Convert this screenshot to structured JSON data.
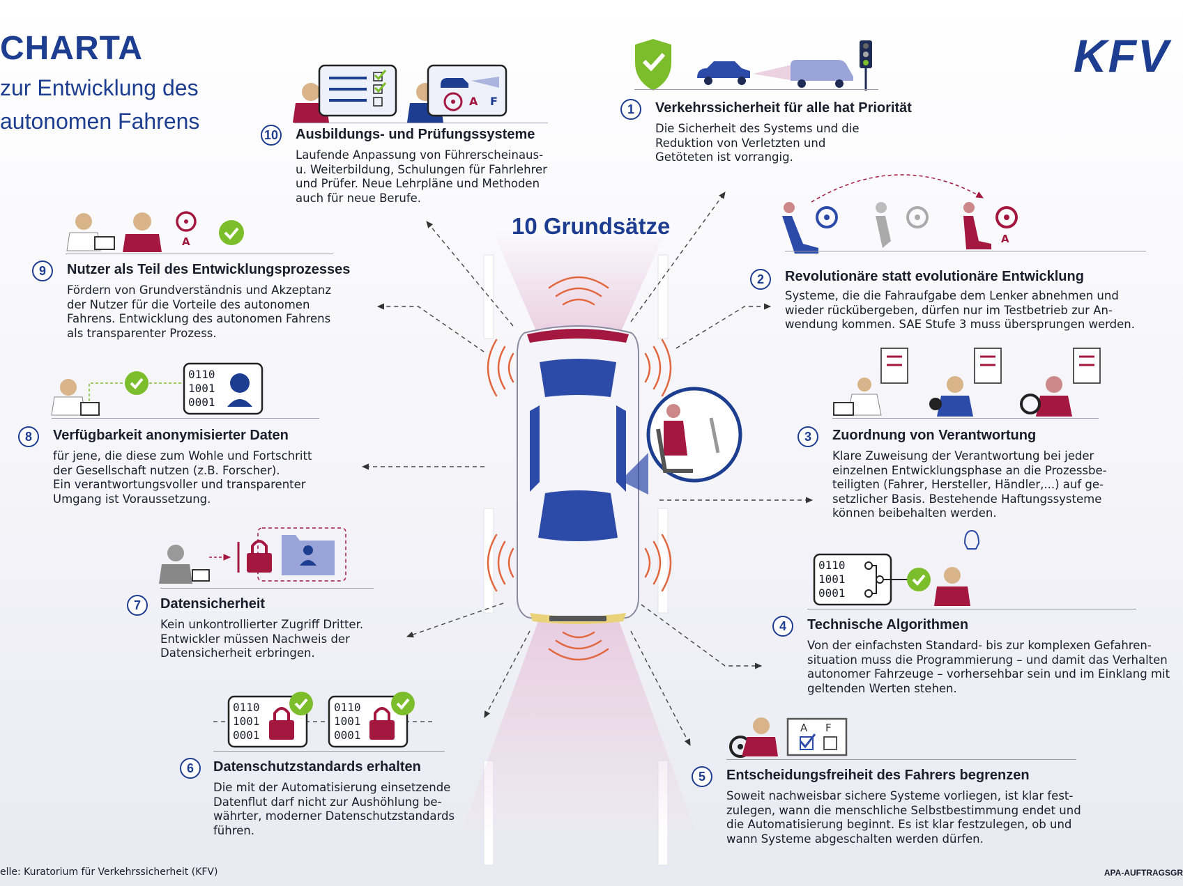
{
  "header": {
    "title": "CHARTA",
    "subtitle_line1": "zur Entwicklung des",
    "subtitle_line2": "autonomen Fahrens",
    "logo": "KFV",
    "center_title": "10 Grundsätze"
  },
  "colors": {
    "brand": "#1d3d91",
    "accent": "#a4173f",
    "check": "#7bbd2a"
  },
  "items": [
    {
      "num": "1",
      "heading": "Verkehrssicherheit für alle hat Priorität",
      "body": "Die Sicherheit des Systems und die\nReduktion von Verletzten und\nGetöteten ist vorrangig.",
      "icons": [
        "shield-check-icon",
        "car-icon",
        "van-icon",
        "traffic-light-icon"
      ]
    },
    {
      "num": "2",
      "heading": "Revolutionäre statt evolutionäre Entwicklung",
      "body": "Systeme, die die Fahraufgabe dem Lenker abnehmen und\nwieder rückübergeben, dürfen nur im Testbetrieb zur An-\nwendung kommen. SAE Stufe 3 muss übersprungen werden.",
      "icons": [
        "driver-icon",
        "steering-wheel-icon"
      ],
      "label_a": "A"
    },
    {
      "num": "3",
      "heading": "Zuordnung von Verantwortung",
      "body": "Klare Zuweisung der Verantwortung bei jeder\neinzelnen Entwicklungsphase an die Prozessbe-\nteiligten (Fahrer, Hersteller, Händler,...) auf ge-\nsetzlicher Basis. Bestehende Haftungssysteme\nkönnen beibehalten werden.",
      "icons": [
        "developer-icon",
        "dealer-icon",
        "driver-icon",
        "document-icon"
      ]
    },
    {
      "num": "4",
      "heading": "Technische Algorithmen",
      "body": "Von der einfachsten Standard- bis zur komplexen Gefahren-\nsituation muss die Programmierung – und damit das Verhalten\nautonomer Fahrzeuge – vorhersehbar sein und im Einklang mit\ngeltenden Werten stehen.",
      "icons": [
        "binary-code-icon",
        "check-icon",
        "lightbulb-icon",
        "person-icon"
      ],
      "code": [
        "0110",
        "1001",
        "0001"
      ]
    },
    {
      "num": "5",
      "heading": "Entscheidungsfreiheit des Fahrers begrenzen",
      "body": "Soweit nachweisbar sichere Systeme vorliegen, ist klar fest-\nzulegen, wann die menschliche Selbstbestimmung endet und\ndie Automatisierung beginnt. Es ist klar festzulegen, ob und\nwann Systeme abgeschalten werden dürfen.",
      "icons": [
        "driver-icon",
        "checkbox-icon"
      ],
      "labels": [
        "A",
        "F"
      ]
    },
    {
      "num": "6",
      "heading": "Datenschutzstandards erhalten",
      "body": "Die mit der Automatisierung einsetzende\nDatenflut darf nicht zur Aushöhlung be-\nwährter, moderner Datenschutzstandards\nführen.",
      "icons": [
        "binary-lock-icon",
        "check-icon"
      ],
      "code": [
        "0110",
        "1001",
        "0001"
      ]
    },
    {
      "num": "7",
      "heading": "Datensicherheit",
      "body": "Kein unkontrollierter Zugriff Dritter.\nEntwickler müssen Nachweis der\nDatensicherheit erbringen.",
      "icons": [
        "hacker-icon",
        "lock-icon",
        "folder-icon"
      ]
    },
    {
      "num": "8",
      "heading": "Verfügbarkeit anonymisierter Daten",
      "body": "für jene, die diese zum Wohle und Fortschritt\nder Gesellschaft nutzen (z.B. Forscher).\nEin verantwortungsvoller und transparenter\nUmgang ist Voraussetzung.",
      "icons": [
        "researcher-icon",
        "check-icon",
        "anonymous-data-icon"
      ],
      "code": [
        "0110",
        "1001",
        "0001"
      ]
    },
    {
      "num": "9",
      "heading": "Nutzer als Teil des Entwicklungsprozesses",
      "body": "Fördern von Grundverständnis und Akzeptanz\nder Nutzer für die Vorteile des autonomen\nFahrens. Entwicklung des autonomen Fahrens\nals transparenter Prozess.",
      "icons": [
        "developer-icon",
        "user-icon",
        "steering-wheel-icon",
        "check-icon"
      ],
      "label_a": "A"
    },
    {
      "num": "10",
      "heading": "Ausbildungs- und Prüfungssysteme",
      "body": "Laufende Anpassung von Führerscheinaus-\nu. Weiterbildung, Schulungen für Fahrlehrer\nund Prüfer. Neue Lehrpläne und Methoden\nauch für neue Berufe.",
      "icons": [
        "student-icon",
        "checklist-icon",
        "instructor-icon",
        "simulator-icon"
      ],
      "labels": [
        "A",
        "F"
      ]
    }
  ],
  "footer": {
    "source": "elle: Kuratorium für Verkehrssicherheit (KFV)",
    "credit": "APA-AUFTRAGSGR"
  }
}
